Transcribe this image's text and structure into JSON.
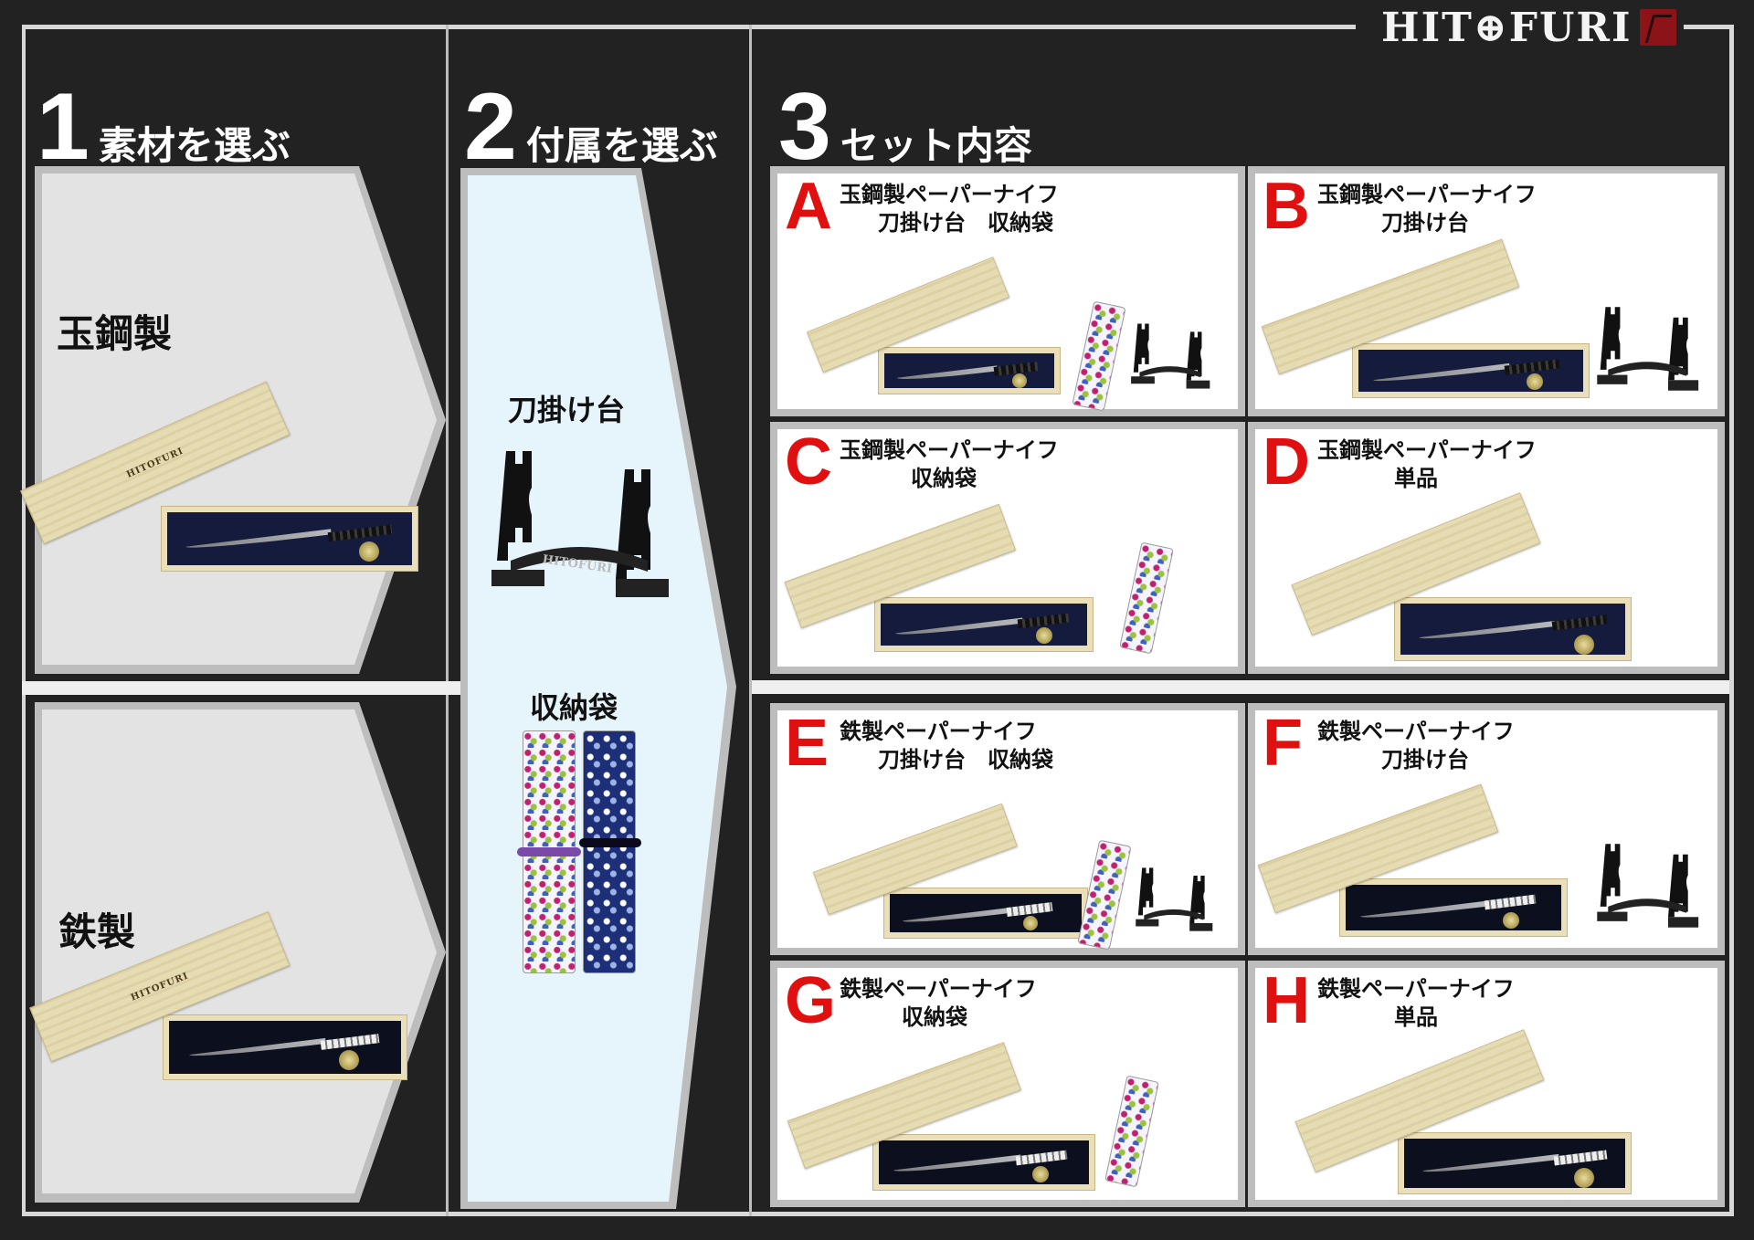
{
  "brand": {
    "logo_text": "HIT⊕FURI",
    "seal_color": "#8c1418"
  },
  "colors": {
    "background": "#222222",
    "frame": "#d8d8d8",
    "accent_red": "#e01010",
    "material_panel": "#e3e3e3",
    "accessory_panel": "#e6f4fc",
    "panel_border": "#bdbdbd"
  },
  "steps": [
    {
      "number": "1",
      "label": "素材を選ぶ"
    },
    {
      "number": "2",
      "label": "付属を選ぶ"
    },
    {
      "number": "3",
      "label": "セット内容"
    }
  ],
  "materials": [
    {
      "label": "玉鋼製",
      "box_brand": "HITOFURI",
      "handle": "dark"
    },
    {
      "label": "鉄製",
      "box_brand": "HITOFURI",
      "handle": "light"
    }
  ],
  "accessories": [
    {
      "label": "刀掛け台",
      "stand_brand": "HITOFURI"
    },
    {
      "label": "収納袋"
    }
  ],
  "sets": [
    {
      "letter": "A",
      "title": "玉鋼製ペーパーナイフ",
      "contents": "刀掛け台　収納袋"
    },
    {
      "letter": "B",
      "title": "玉鋼製ペーパーナイフ",
      "contents": "刀掛け台"
    },
    {
      "letter": "C",
      "title": "玉鋼製ペーパーナイフ",
      "contents": "収納袋"
    },
    {
      "letter": "D",
      "title": "玉鋼製ペーパーナイフ",
      "contents": "単品"
    },
    {
      "letter": "E",
      "title": "鉄製ペーパーナイフ",
      "contents": "刀掛け台　収納袋"
    },
    {
      "letter": "F",
      "title": "鉄製ペーパーナイフ",
      "contents": "刀掛け台"
    },
    {
      "letter": "G",
      "title": "鉄製ペーパーナイフ",
      "contents": "収納袋"
    },
    {
      "letter": "H",
      "title": "鉄製ペーパーナイフ",
      "contents": "単品"
    }
  ]
}
